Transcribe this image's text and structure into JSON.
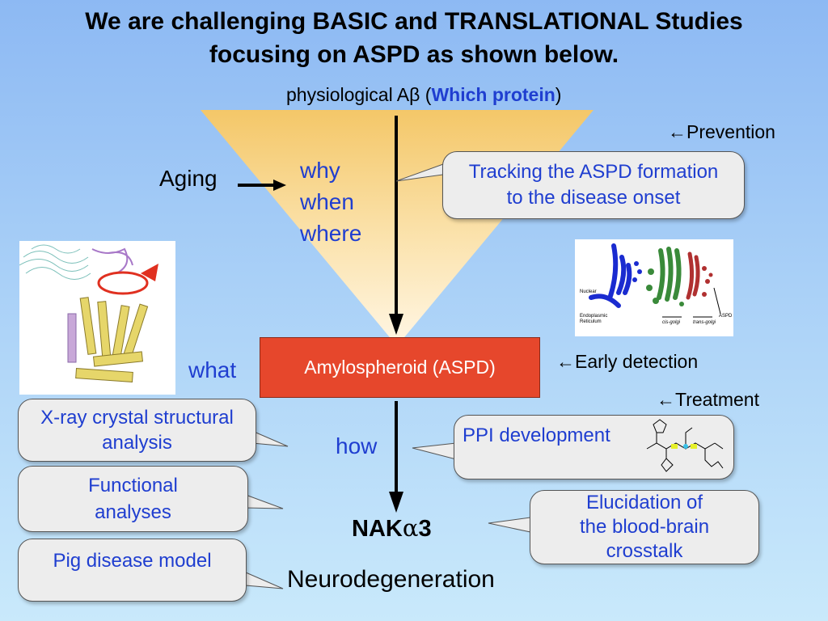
{
  "title": {
    "line1": "We are challenging BASIC and TRANSLATIONAL Studies",
    "line2": "focusing on ASPD as shown below."
  },
  "top_label": {
    "prefix": "physiological Aβ (",
    "highlight": "Which protein",
    "suffix": ")"
  },
  "left_labels": {
    "aging": "Aging",
    "why": "why",
    "when": "when",
    "where": "where",
    "what": "what",
    "how": "how"
  },
  "center": {
    "aspd": "Amylospheroid (ASPD)",
    "nak_prefix": "NAK",
    "nak_alpha": "α",
    "nak_suffix": "3",
    "neurodegeneration": "Neurodegeneration"
  },
  "right_labels": {
    "prevention": "←Prevention",
    "early_detection": "←Early detection",
    "treatment": "←Treatment"
  },
  "callouts": {
    "tracking_line1": "Tracking the ASPD formation",
    "tracking_line2": "to the disease onset",
    "xray_line1": "X-ray crystal structural",
    "xray_line2": "analysis",
    "functional_line1": "Functional",
    "functional_line2": "analyses",
    "pig": "Pig disease model",
    "ppi": "PPI development",
    "elucidation_line1": "Elucidation of",
    "elucidation_line2": "the blood-brain",
    "elucidation_line3": "crosstalk"
  },
  "cell_diagram": {
    "nuclear": "Nuclear",
    "er_line1": "Endoplasmic",
    "er_line2": "Reticulum",
    "cis": "cis-golgi",
    "trans": "trans-golgi",
    "aspd": "ASPD"
  },
  "colors": {
    "accent_blue": "#1f3ed0",
    "aspd_red": "#e6472c",
    "cone_gold": "#f2c25a"
  }
}
